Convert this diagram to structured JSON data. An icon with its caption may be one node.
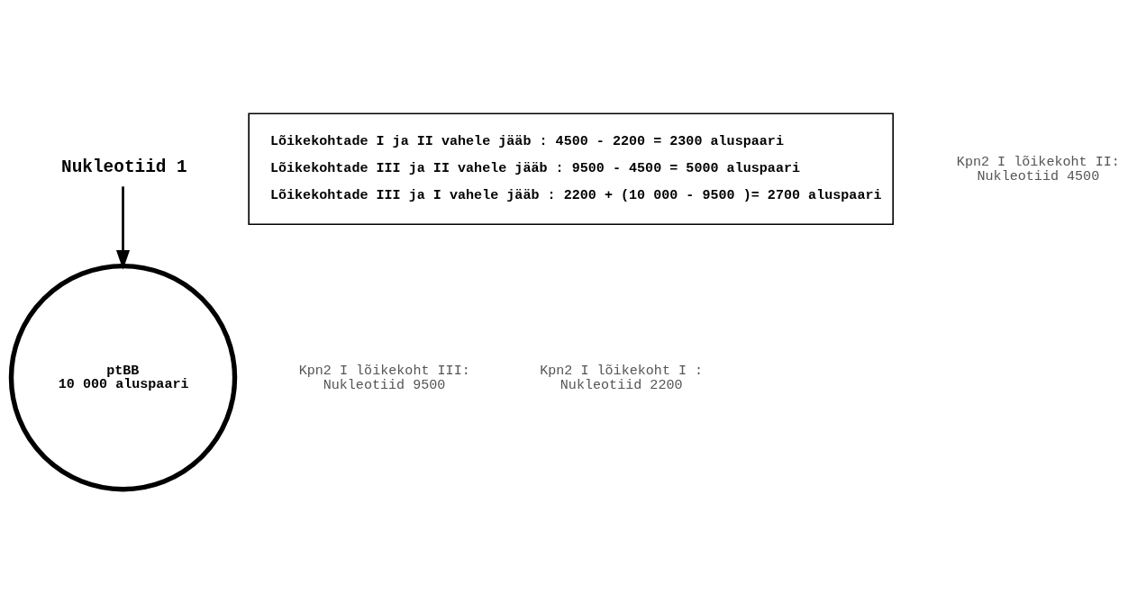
{
  "diagram": {
    "nodes": [
      {
        "text": [
          "Nukleotiid 1"
        ]
      },
      {
        "text": [
          "ptBB",
          "10 000 aluspaari"
        ]
      },
      {
        "text": [
          "Lõikekohtade I ja II vahele jääb : 4500 - 2200 = 2300 aluspaari",
          "Lõikekohtade III ja II vahele jääb : 9500 - 4500 = 5000 aluspaari",
          "Lõikekohtade III ja I vahele jääb : 2200 + (10 000 - 9500 )= 2700 aluspaari"
        ]
      }
    ],
    "edges": [
      {
        "from": 0,
        "to": 1,
        "arrow": "to"
      }
    ],
    "labels": [
      "Kpn2 I lõikekoht III: Nukleotiid 9500",
      "Kpn2 I lõikekoht I : Nukleotiid 2200",
      "Kpn2 I lõikekoht II: Nukleotiid 4500"
    ]
  }
}
